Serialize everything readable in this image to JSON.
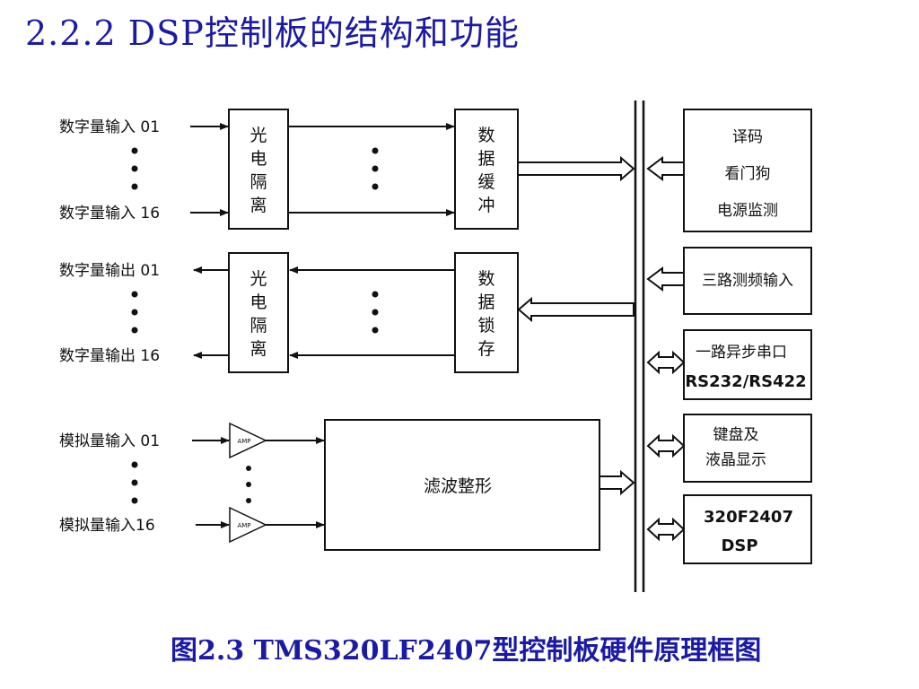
{
  "slide": {
    "title": "2.2.2 DSP控制板的结构和功能",
    "caption": "图2.3 TMS320LF2407型控制板硬件原理框图"
  },
  "diagram": {
    "inputs": {
      "digital_in_01": "数字量输入 01",
      "digital_in_16": "数字量输入 16",
      "digital_out_01": "数字量输出 01",
      "digital_out_16": "数字量输出 16",
      "analog_in_01": "模拟量输入 01",
      "analog_in_16": "模拟量输入16"
    },
    "isolation_chars": [
      "光",
      "电",
      "隔",
      "离"
    ],
    "buffer_chars": [
      "数",
      "据",
      "缓",
      "冲"
    ],
    "latch_chars": [
      "数",
      "据",
      "锁",
      "存"
    ],
    "amp_label": "AMP",
    "filter_label": "滤波整形",
    "right_blocks": {
      "decoder_lines": [
        "译码",
        "看门狗",
        "电源监测"
      ],
      "freq_input": "三路测频输入",
      "serial_line1": "一路异步串口",
      "serial_line2": "RS232/RS422",
      "keyboard_line1": "键盘及",
      "keyboard_line2": "液晶显示",
      "dsp_line1": "320F2407",
      "dsp_line2": "DSP"
    }
  }
}
